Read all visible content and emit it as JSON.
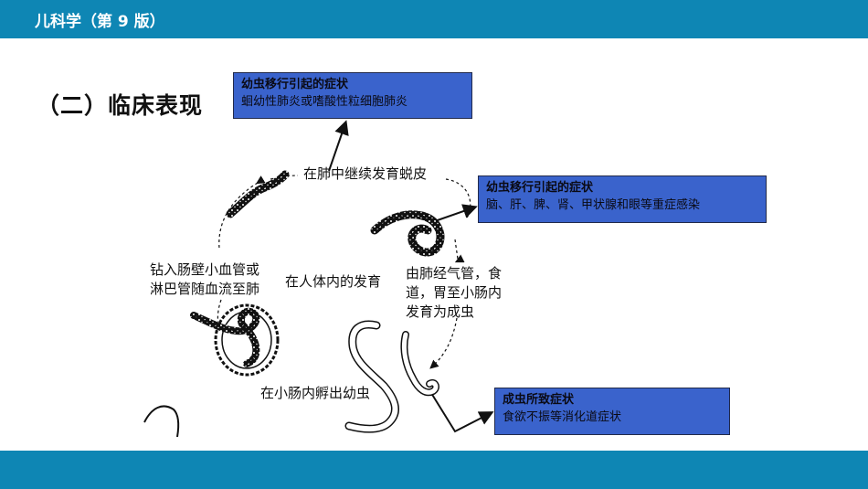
{
  "header": {
    "title": "儿科学（第 9 版）"
  },
  "section": {
    "heading": "（二）临床表现"
  },
  "callouts": [
    {
      "title": "幼虫移行引起的症状",
      "body": "蛔幼性肺炎或嗜酸性粒细胞肺炎"
    },
    {
      "title": "幼虫移行引起的症状",
      "body": "脑、肝、脾、肾、甲状腺和眼等重症感染"
    },
    {
      "title": "成虫所致症状",
      "body": "食欲不振等消化道症状"
    }
  ],
  "diagram": {
    "stage_lung": "在肺中继续发育蜕皮",
    "stage_drill": [
      "钻入肠壁小血管或",
      "淋巴管随血流至肺"
    ],
    "stage_center": "在人体内的发育",
    "stage_via": [
      "由肺经气管，食",
      "道，胃至小肠内",
      "发育为成虫"
    ],
    "stage_hatch": "在小肠内孵出幼虫"
  },
  "colors": {
    "bar": "#0e86b4",
    "callout_fill": "#3a63cc",
    "callout_border": "#222a4a"
  }
}
